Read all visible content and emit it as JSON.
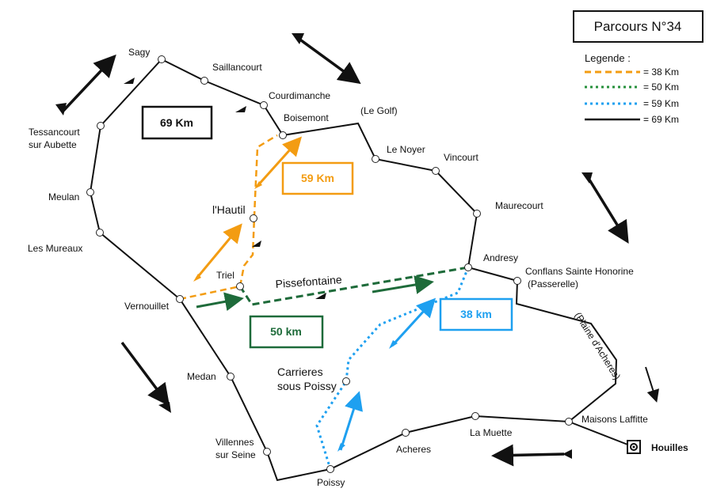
{
  "title": "Parcours N°34",
  "legend": {
    "heading": "Legende :",
    "items": [
      {
        "label": "= 38 Km",
        "color": "#f39c12",
        "style": "dashed"
      },
      {
        "label": "= 50 Km",
        "color": "#27913c",
        "style": "dotted"
      },
      {
        "label": "= 59 Km",
        "color": "#1ea0f0",
        "style": "dotted"
      },
      {
        "label": "= 69 Km",
        "color": "#111111",
        "style": "solid"
      }
    ]
  },
  "route_boxes": {
    "r69": "69 Km",
    "r59": "59 Km",
    "r50": "50 km",
    "r38": "38 km"
  },
  "places": {
    "sagy": "Sagy",
    "saillancourt": "Saillancourt",
    "courdimanche": "Courdimanche",
    "boisemont": "Boisemont",
    "le_golf": "(Le Golf)",
    "le_noyer": "Le Noyer",
    "vincourt": "Vincourt",
    "maurecourt": "Maurecourt",
    "andresy": "Andresy",
    "conflans_1": "Conflans Sainte Honorine",
    "conflans_2": "(Passerelle)",
    "plaine": "(Plaine d'Acheres)",
    "maisons_laffitte": "Maisons Laffitte",
    "houilles": "Houilles",
    "la_muette": "La Muette",
    "acheres": "Acheres",
    "poissy": "Poissy",
    "villennes_1": "Villennes",
    "villennes_2": "sur Seine",
    "medan": "Medan",
    "vernouillet": "Vernouillet",
    "les_mureaux": "Les Mureaux",
    "meulan": "Meulan",
    "tessancourt_1": "Tessancourt",
    "tessancourt_2": "sur Aubette",
    "lhautil": "l'Hautil",
    "triel": "Triel",
    "pissefontaine": "Pissefontaine",
    "carrieres_1": "Carrieres",
    "carrieres_2": "sous Poissy"
  },
  "colors": {
    "r38": "#f39c12",
    "r50": "#1e6b3a",
    "r59": "#1ea0f0",
    "r69": "#111111"
  },
  "icons": [
    "direction-arrow-icon",
    "hill-marker-icon",
    "start-target-icon"
  ]
}
